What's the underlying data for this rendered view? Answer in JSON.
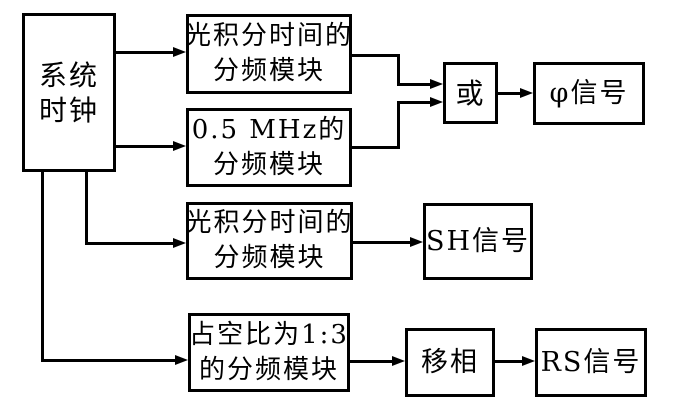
{
  "diagram": {
    "description": "clock-divider block diagram",
    "colors": {
      "line": "#000000",
      "background": "#ffffff",
      "text": "#000000"
    },
    "blocks": {
      "system_clock": {
        "line1": "系统",
        "line2": "时钟"
      },
      "integration_divider_top": {
        "line1": "光积分时间的",
        "line2": "分频模块"
      },
      "mhz_divider": {
        "line1": "0.5 MHz的",
        "line2": "分频模块"
      },
      "or_gate": {
        "label": "或"
      },
      "phi_signal": {
        "label": "φ信号"
      },
      "integration_divider_mid": {
        "line1": "光积分时间的",
        "line2": "分频模块"
      },
      "sh_signal": {
        "label": "SH信号"
      },
      "duty_divider": {
        "line1": "占空比为1:3",
        "line2": "的分频模块"
      },
      "phase_shift": {
        "label": "移相"
      },
      "rs_signal": {
        "label": "RS信号"
      }
    }
  }
}
